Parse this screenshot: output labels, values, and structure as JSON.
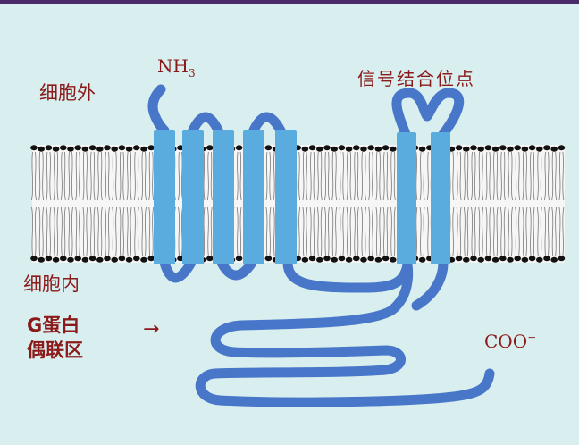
{
  "labels": {
    "outside": "细胞外",
    "inside": "细胞内",
    "nh3_main": "NH",
    "nh3_sub": "3",
    "binding_site": "信号结合位点",
    "gprotein_line1": "G蛋白",
    "gprotein_line2": "偶联区",
    "gprotein_arrow": "→",
    "coo_main": "COO",
    "coo_sup": "−"
  },
  "colors": {
    "background": "#d9efef",
    "top_bar": "#4a2a6a",
    "label_red": "#8b1a1a",
    "helix": "#5aacdf",
    "chain": "#4876c9",
    "membrane_head": "#111111",
    "membrane_tail": "#777777"
  }
}
